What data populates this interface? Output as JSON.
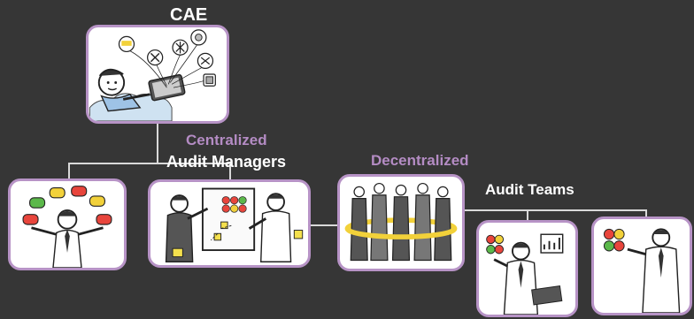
{
  "labels": {
    "cae": "CAE",
    "centralized": "Centralized",
    "audit_managers": "Audit Managers",
    "decentralized": "Decentralized",
    "audit_teams": "Audit Teams"
  },
  "colors": {
    "background": "#363636",
    "card_border": "#b793c6",
    "accent_text": "#b48cc4",
    "connector": "#d9d9d9",
    "signal_red": "#e8453c",
    "signal_yellow": "#f2d13a",
    "signal_green": "#5bb84a",
    "sticky_yellow": "#f4e04d"
  },
  "nodes": [
    {
      "id": "cae",
      "icon": "person-with-tablet-and-tools"
    },
    {
      "id": "manager-juggling",
      "icon": "person-juggling-status-lights"
    },
    {
      "id": "manager-presenting",
      "icon": "two-people-at-whiteboard"
    },
    {
      "id": "team-group",
      "icon": "group-of-people-with-ring"
    },
    {
      "id": "team-laptop",
      "icon": "person-with-laptop-and-chart"
    },
    {
      "id": "team-status",
      "icon": "person-with-status-lights"
    }
  ]
}
